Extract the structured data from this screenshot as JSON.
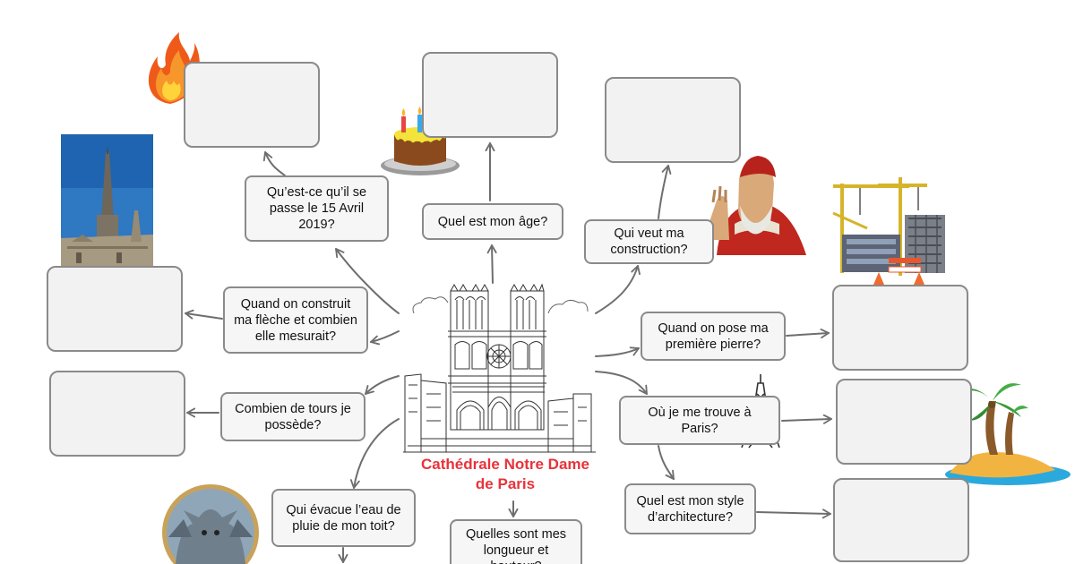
{
  "diagram": {
    "title": "Cathédrale Notre Dame\nde Paris",
    "questions": {
      "fire": "Qu’est-ce qu’il se\npasse le 15 Avril\n2019?",
      "age": "Quel est mon âge?",
      "builder": "Qui veut ma\nconstruction?",
      "spire": "Quand on construit\nma flèche et combien\nelle mesurait?",
      "first_stone": "Quand on pose ma\npremière pierre?",
      "towers": "Combien de tours je\npossède?",
      "location": "Où je me trouve à\nParis?",
      "style": "Quel est mon style\nd’architecture?",
      "gargoyle": "Qui évacue l’eau de\npluie de mon toit?",
      "dimensions": "Quelles sont mes\nlongueur et\nhauteur?"
    },
    "icons": [
      "fire-icon",
      "birthday-cake-icon",
      "pope-icon",
      "spire-photo-icon",
      "construction-site-icon",
      "eiffel-tower-icon",
      "palm-island-icon",
      "gargoyle-icon",
      "cathedral-drawing-icon"
    ],
    "colors": {
      "title": "#e8323a",
      "box_border": "#8a8a8a",
      "box_fill": "#f2f2f2",
      "arrow": "#6e6e6e"
    }
  }
}
